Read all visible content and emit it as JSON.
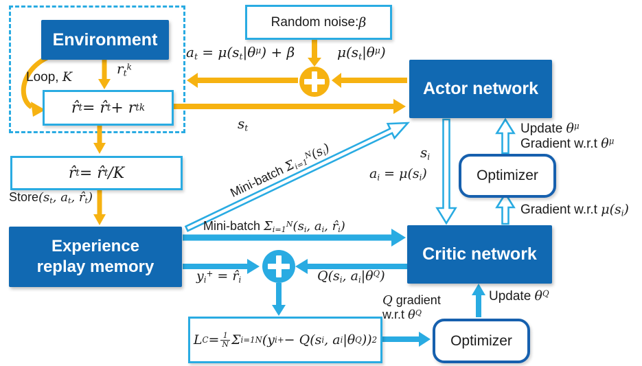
{
  "colors": {
    "box_blue": "#1169b2",
    "cyan": "#29abe2",
    "yellow": "#f6b211",
    "optimizer_border": "#1660ae"
  },
  "nodes": {
    "environment": {
      "label": "Environment"
    },
    "random_noise": {
      "label": "Random noise: $β$"
    },
    "reward_accumulate": {
      "formula": "$r̂_t = r̂_t + r_t^k$"
    },
    "reward_average": {
      "formula": "$r̂_t = r̂_t/K$"
    },
    "experience_replay": {
      "line1": "Experience",
      "line2": "replay memory"
    },
    "actor": {
      "label": "Actor network"
    },
    "critic": {
      "label": "Critic network"
    },
    "optimizer_actor": {
      "label": "Optimizer"
    },
    "optimizer_critic": {
      "label": "Optimizer"
    },
    "critic_loss": {
      "formula": "$L_C = \\f{1}{N}Σ_{i=1}^N(y_i^+ − Q(s_i, a_i|θ^Q))^2$"
    }
  },
  "labels": {
    "loop_k": "Loop, $K$",
    "r_t_k": "$r_t^k$",
    "a_t_eq": "$a_t = μ(s_t|θ^μ) + β$",
    "mu_s_t": "$μ(s_t|θ^μ)$",
    "s_t": "$s_t$",
    "store": "Store$(s_t, a_t, r̂_t)$",
    "minibatch_diagonal": "Mini-batch $Σ_{i=1}^N(s_i)$",
    "minibatch_horizontal": "Mini-batch  $Σ_{i=1}^N(s_i, a_i, r̂_i)$",
    "s_i": "$s_i$",
    "a_i_eq": "$a_i = μ(s_i)$",
    "update_theta_mu": "Update $θ^μ$",
    "grad_theta_mu": "Gradient w.r.t $θ^μ$",
    "grad_mu_s_i": "Gradient w.r.t $μ(s_i)$",
    "y_i_eq": "$y_i^+ = r̂_i$",
    "q_value": "$Q(s_i, a_i|θ^Q)$",
    "q_gradient_line1": "$Q$ gradient",
    "q_gradient_line2": "w.r.t $θ^Q$",
    "update_theta_q": "Update $θ^Q$"
  }
}
